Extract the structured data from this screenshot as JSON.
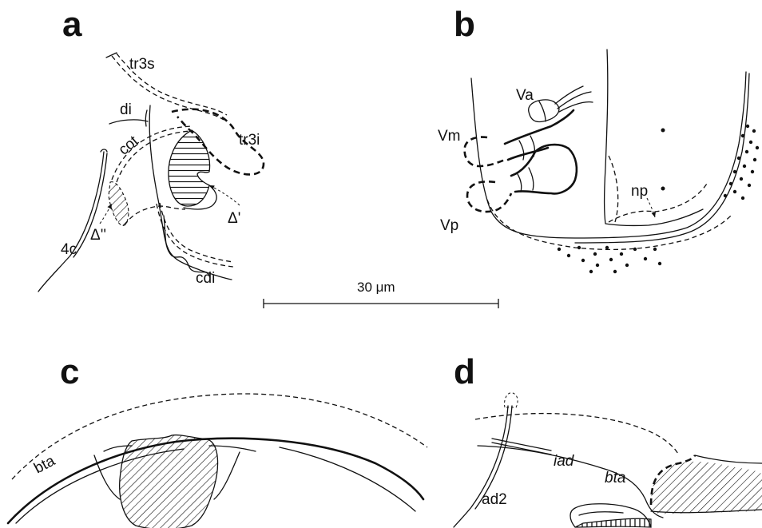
{
  "panels": {
    "a": {
      "letter": "a",
      "labels": {
        "tr3s": "tr3s",
        "di": "di",
        "tr3i": "tr3i",
        "cot": "cot",
        "delta_prime": "Δ'",
        "delta_double": "Δ''",
        "c4": "4c",
        "cdi": "cdi"
      }
    },
    "b": {
      "letter": "b",
      "labels": {
        "va": "Va",
        "vm": "Vm",
        "vp": "Vp",
        "np": "np"
      }
    },
    "c": {
      "letter": "c",
      "labels": {
        "bta": "bta"
      }
    },
    "d": {
      "letter": "d",
      "labels": {
        "iad": "iad",
        "bta": "bta",
        "ad2": "ad2"
      }
    }
  },
  "scale_bar": {
    "label": "30 μm"
  }
}
